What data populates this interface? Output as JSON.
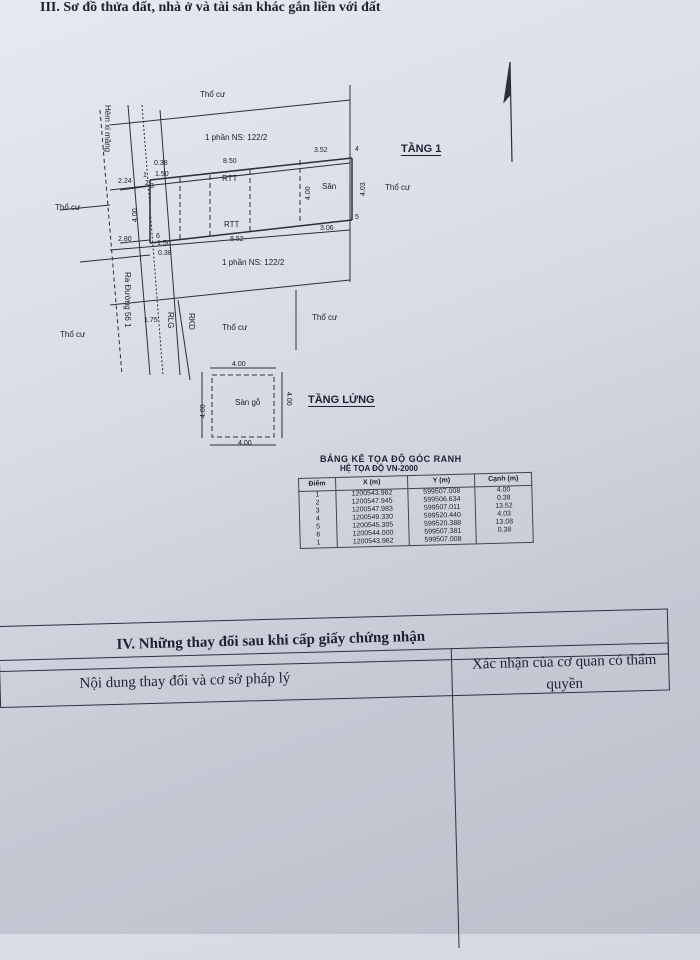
{
  "section3": {
    "title": "III. Sơ đồ thửa đất, nhà ở và tài sản khác gắn liền với đất"
  },
  "diagram": {
    "labels": {
      "tho_cu_top": "Thổ cư",
      "tho_cu_right": "Thổ cư",
      "tho_cu_left": "Thổ cư",
      "tho_cu_left2": "Thổ cư",
      "tho_cu_bottom": "Thổ cư",
      "tho_cu_bottom2": "Thổ cư",
      "phan_top": "1 phần NS: 122/2",
      "phan_bottom": "1 phần NS: 122/2",
      "hem": "Hẻm xi măng",
      "duong": "Ra Đường 56 1",
      "rlg": "RLG",
      "rkd": "RKD",
      "rtt1": "RTT",
      "rtt2": "RTT",
      "san": "Sân",
      "san_go": "Sàn gỗ",
      "d850": "8.50",
      "d852": "8.52",
      "d352": "3.52",
      "d306": "3.06",
      "d403": "4.03",
      "d400a": "4.00",
      "d400b": "4.00",
      "d038a": "0.38",
      "d038b": "0.38",
      "d150a": "1.50",
      "d150b": "1.50",
      "d224": "2.24",
      "d280": "2.80",
      "d175": "1.75",
      "p1": "1",
      "p2": "2",
      "p3": "3",
      "p4": "4",
      "p5": "5",
      "p6": "6",
      "m_top": "4.00",
      "m_bottom": "4.00",
      "m_left": "4.00",
      "m_right": "4.00"
    },
    "tang1": "TẦNG 1",
    "tang_lung": "TẦNG LỬNG"
  },
  "coord_table": {
    "title": "BẢNG KÊ TỌA ĐỘ GÓC RANH",
    "subtitle": "HỆ TỌA ĐỘ VN-2000",
    "headers": [
      "Điểm",
      "X (m)",
      "Y (m)",
      "Cạnh (m)"
    ],
    "rows": [
      [
        "1",
        "1200543.962",
        "599507.008",
        "4.00"
      ],
      [
        "2",
        "1200547.945",
        "599506.634",
        "0.38"
      ],
      [
        "3",
        "1200547.983",
        "599507.011",
        "13.52"
      ],
      [
        "4",
        "1200549.330",
        "599520.440",
        "4.03"
      ],
      [
        "5",
        "1200545.305",
        "599520.388",
        "13.08"
      ],
      [
        "6",
        "1200544.000",
        "599507.381",
        "0.38"
      ],
      [
        "1",
        "1200543.962",
        "599507.008",
        ""
      ]
    ]
  },
  "section4": {
    "title": "IV. Những thay đổi sau khi cấp giấy chứng nhận",
    "col_left": "Nội dung thay đổi và cơ sở pháp lý",
    "col_right": "Xác nhận của cơ quan có thẩm quyền"
  }
}
